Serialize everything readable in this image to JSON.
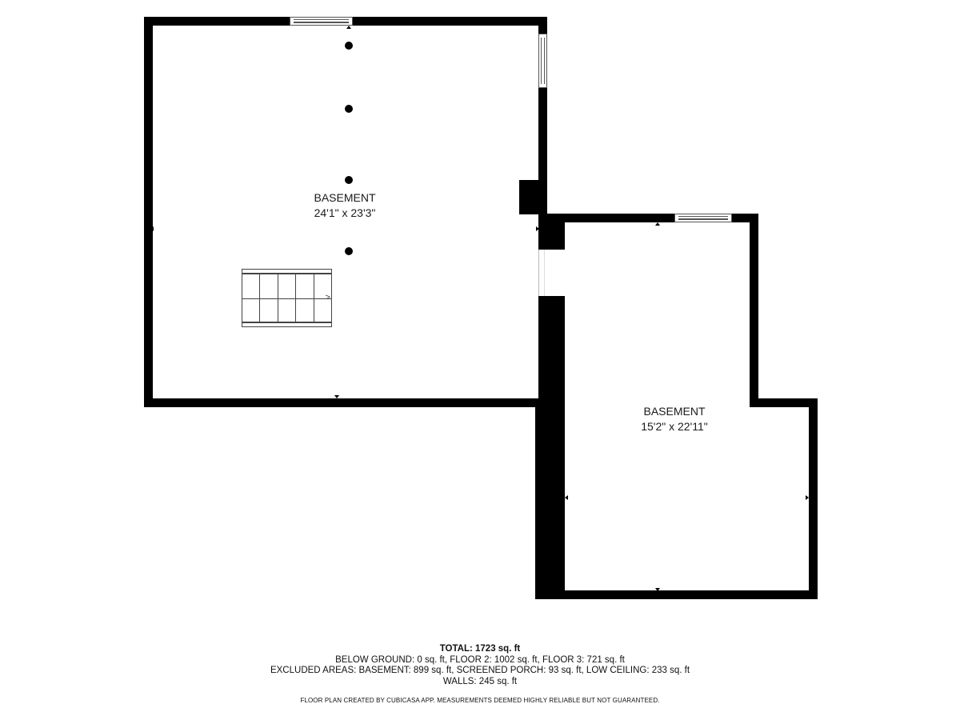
{
  "floor_plan": {
    "rooms": [
      {
        "name": "BASEMENT",
        "dimensions": "24'1\" x 23'3\""
      },
      {
        "name": "BASEMENT",
        "dimensions": "15'2\" x 22'11\""
      }
    ],
    "icons": {
      "column": "support-column",
      "stairs": "staircase",
      "window": "window",
      "door_opening": "doorway"
    }
  },
  "summary": {
    "total": "TOTAL: 1723 sq. ft",
    "below_ground": "BELOW GROUND: 0 sq. ft, FLOOR 2: 1002 sq. ft, FLOOR 3: 721 sq. ft",
    "excluded": "EXCLUDED AREAS: BASEMENT: 899 sq. ft, SCREENED PORCH: 93 sq. ft, LOW CEILING: 233 sq. ft",
    "walls": "WALLS: 245 sq. ft",
    "disclaimer": "FLOOR PLAN CREATED BY CUBICASA APP. MEASUREMENTS DEEMED HIGHLY RELIABLE BUT NOT GUARANTEED."
  },
  "stairs": {
    "arrow": ">"
  }
}
